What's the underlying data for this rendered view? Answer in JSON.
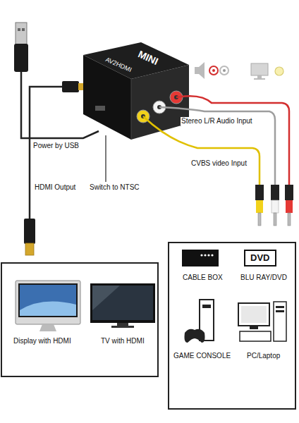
{
  "diagram": {
    "nodes": [
      {
        "text": [
          "MINI",
          "AV2HDMI"
        ]
      },
      {
        "text": [
          "Display with HDMI",
          "TV with HDMI"
        ]
      },
      {
        "text": [
          "CABLE BOX",
          "BLU RAY/DVD",
          "GAME CONSOLE",
          "PC/Laptop"
        ]
      },
      {
        "text": [
          "DVD"
        ],
        "in": 2
      }
    ],
    "labels": [
      "Stereo L/R Audio Input",
      "CVBS video Input",
      "Power by USB",
      "HDMI Output",
      "Switch to NTSC"
    ]
  }
}
